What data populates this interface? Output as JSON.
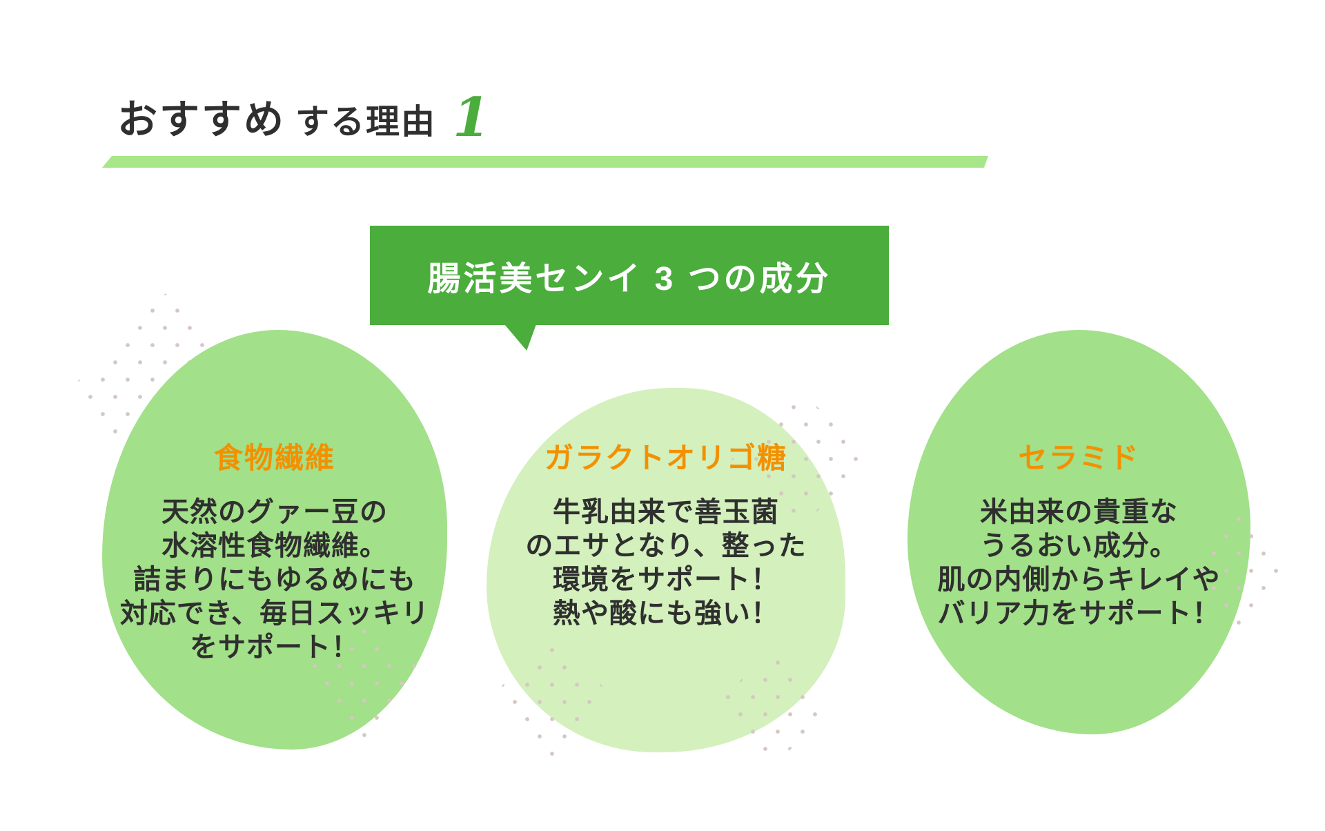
{
  "header": {
    "title_main": "おすすめ",
    "title_sub": "する理由",
    "number": "1"
  },
  "banner": {
    "label": "腸活美センイ 3 つの成分"
  },
  "cards": [
    {
      "title": "食物繊維",
      "lines": [
        "天然のグァー豆の",
        "水溶性食物繊維。",
        "詰まりにもゆるめにも",
        "対応でき、毎日スッキリ",
        "をサポート！"
      ]
    },
    {
      "title": "ガラクトオリゴ糖",
      "lines": [
        "牛乳由来で善玉菌",
        "のエサとなり、整った",
        "環境をサポート！",
        "熱や酸にも強い！"
      ]
    },
    {
      "title": "セラミド",
      "lines": [
        "米由来の貴重な",
        "うるおい成分。",
        "肌の内側からキレイや",
        "バリア力をサポート！"
      ]
    }
  ],
  "colors": {
    "banner_green": "#4aad3c",
    "underline_green": "#a7e689",
    "number_green": "#4aad3c",
    "blob_green": "#a2e089",
    "blob_light_green": "#d3f0bd",
    "accent_orange": "#f39000",
    "text_dark": "#2f2f2f",
    "dot_beige": "#d5c7c1"
  }
}
